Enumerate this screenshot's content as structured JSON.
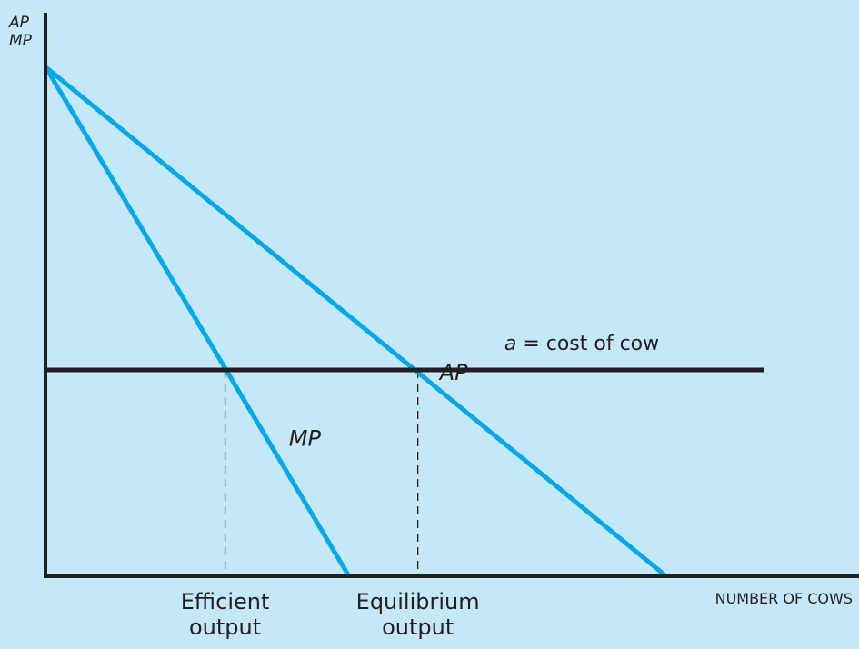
{
  "chart_data": {
    "type": "line",
    "title": "",
    "ylabel_lines": [
      "AP",
      "MP"
    ],
    "xlabel": "NUMBER OF COWS",
    "colors": {
      "background": "#c5e8f9",
      "curve": "#00a9e6",
      "cost_line": "#231f20",
      "axis": "#231f20"
    },
    "grid": false,
    "xlim": [
      0,
      1
    ],
    "ylim": [
      0,
      1
    ],
    "series": [
      {
        "name": "MP",
        "x": [
          0,
          0.507
        ],
        "y": [
          1,
          0
        ]
      },
      {
        "name": "AP",
        "x": [
          0,
          1.037
        ],
        "y": [
          1,
          0
        ]
      }
    ],
    "cost_line": {
      "label_prefix": "a",
      "label_rest": " = cost of cow",
      "y": 0.405,
      "x_end": 1.2
    },
    "markers": [
      {
        "lines": [
          "Efficient",
          "output"
        ],
        "x": 0.3
      },
      {
        "lines": [
          "Equilibrium",
          "output"
        ],
        "x": 0.622
      }
    ]
  }
}
